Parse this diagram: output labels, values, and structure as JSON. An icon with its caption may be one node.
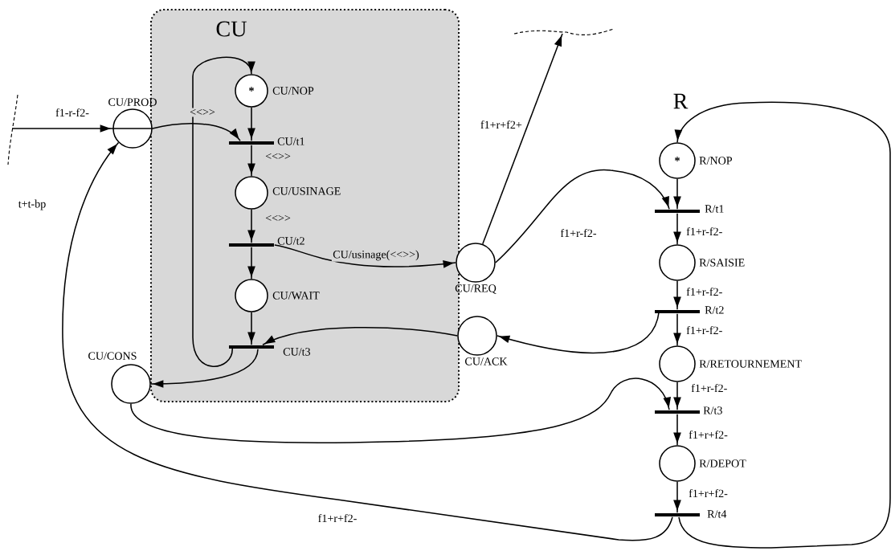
{
  "diagram": {
    "nodes": [
      {
        "text": [
          "CU"
        ]
      },
      {
        "text": [
          "*"
        ],
        "beside": [
          "CU/NOP"
        ],
        "in": 0
      },
      {
        "text": [],
        "shape": "bar",
        "beside": [
          "CU/t1"
        ],
        "in": 0
      },
      {
        "text": [],
        "shape": "circle",
        "beside": [
          "CU/USINAGE"
        ],
        "in": 0
      },
      {
        "text": [],
        "shape": "bar",
        "beside": [
          "CU/t2"
        ],
        "in": 0
      },
      {
        "text": [],
        "shape": "circle",
        "beside": [
          "CU/WAIT"
        ],
        "in": 0
      },
      {
        "text": [],
        "shape": "bar",
        "beside": [
          "CU/t3"
        ],
        "in": 0
      },
      {
        "text": [],
        "shape": "circle",
        "beside": [
          "CU/PROD"
        ]
      },
      {
        "text": [],
        "shape": "circle",
        "beside": [
          "CU/CONS"
        ]
      },
      {
        "text": [],
        "shape": "circle",
        "beside": [
          "CU/REQ"
        ]
      },
      {
        "text": [],
        "shape": "circle",
        "beside": [
          "CU/ACK"
        ]
      },
      {
        "text": [
          "*"
        ],
        "beside": [
          "R/NOP"
        ]
      },
      {
        "text": [],
        "shape": "bar",
        "beside": [
          "R/t1"
        ]
      },
      {
        "text": [],
        "shape": "circle",
        "beside": [
          "R/SAISIE"
        ]
      },
      {
        "text": [],
        "shape": "bar",
        "beside": [
          "R/t2"
        ]
      },
      {
        "text": [],
        "shape": "circle",
        "beside": [
          "R/RETOURNEMENT"
        ]
      },
      {
        "text": [],
        "shape": "bar",
        "beside": [
          "R/t3"
        ]
      },
      {
        "text": [],
        "shape": "circle",
        "beside": [
          "R/DEPOT"
        ]
      },
      {
        "text": [],
        "shape": "bar",
        "beside": [
          "R/t4"
        ]
      }
    ],
    "edges": [
      {
        "from": null,
        "to": 7,
        "arrow": "to",
        "label": "f1-r-f2-"
      },
      {
        "from": 7,
        "to": 2,
        "arrow": "to"
      },
      {
        "from": 1,
        "to": 2,
        "arrow": "to"
      },
      {
        "from": 2,
        "to": 3,
        "arrow": "to",
        "label": "<<>>"
      },
      {
        "from": 3,
        "to": 4,
        "arrow": "to",
        "label": "<<>>"
      },
      {
        "from": 4,
        "to": 5,
        "arrow": "to"
      },
      {
        "from": 4,
        "to": 9,
        "arrow": "to",
        "label": "CU/usinage(<<>>)"
      },
      {
        "from": 5,
        "to": 6,
        "arrow": "to"
      },
      {
        "from": 6,
        "to": 8,
        "arrow": "to"
      },
      {
        "from": 6,
        "to": 1,
        "arrow": "to",
        "label": "<<>>"
      },
      {
        "from": 10,
        "to": 6,
        "arrow": "to"
      },
      {
        "from": 9,
        "to": null,
        "arrow": "to",
        "label": "f1+r+f2+"
      },
      {
        "from": 9,
        "to": 12,
        "arrow": "to",
        "label": "f1+r-f2-"
      },
      {
        "from": 11,
        "to": 12,
        "arrow": "to"
      },
      {
        "from": 12,
        "to": 13,
        "arrow": "to",
        "label": "f1+r-f2-"
      },
      {
        "from": 13,
        "to": 14,
        "arrow": "to",
        "label": "f1+r-f2-"
      },
      {
        "from": 14,
        "to": 15,
        "arrow": "to",
        "label": "f1+r-f2-"
      },
      {
        "from": 14,
        "to": 10,
        "arrow": "to"
      },
      {
        "from": 15,
        "to": 16,
        "arrow": "to",
        "label": "f1+r-f2-"
      },
      {
        "from": 8,
        "to": 16,
        "arrow": "to"
      },
      {
        "from": 16,
        "to": 17,
        "arrow": "to",
        "label": "f1+r+f2-"
      },
      {
        "from": 17,
        "to": 18,
        "arrow": "to",
        "label": "f1+r+f2-"
      },
      {
        "from": 18,
        "to": 11,
        "arrow": "to"
      },
      {
        "from": 18,
        "to": 7,
        "arrow": "to",
        "label": "f1+r+f2-"
      }
    ],
    "labels": [
      "R",
      "t+t-bp"
    ]
  }
}
